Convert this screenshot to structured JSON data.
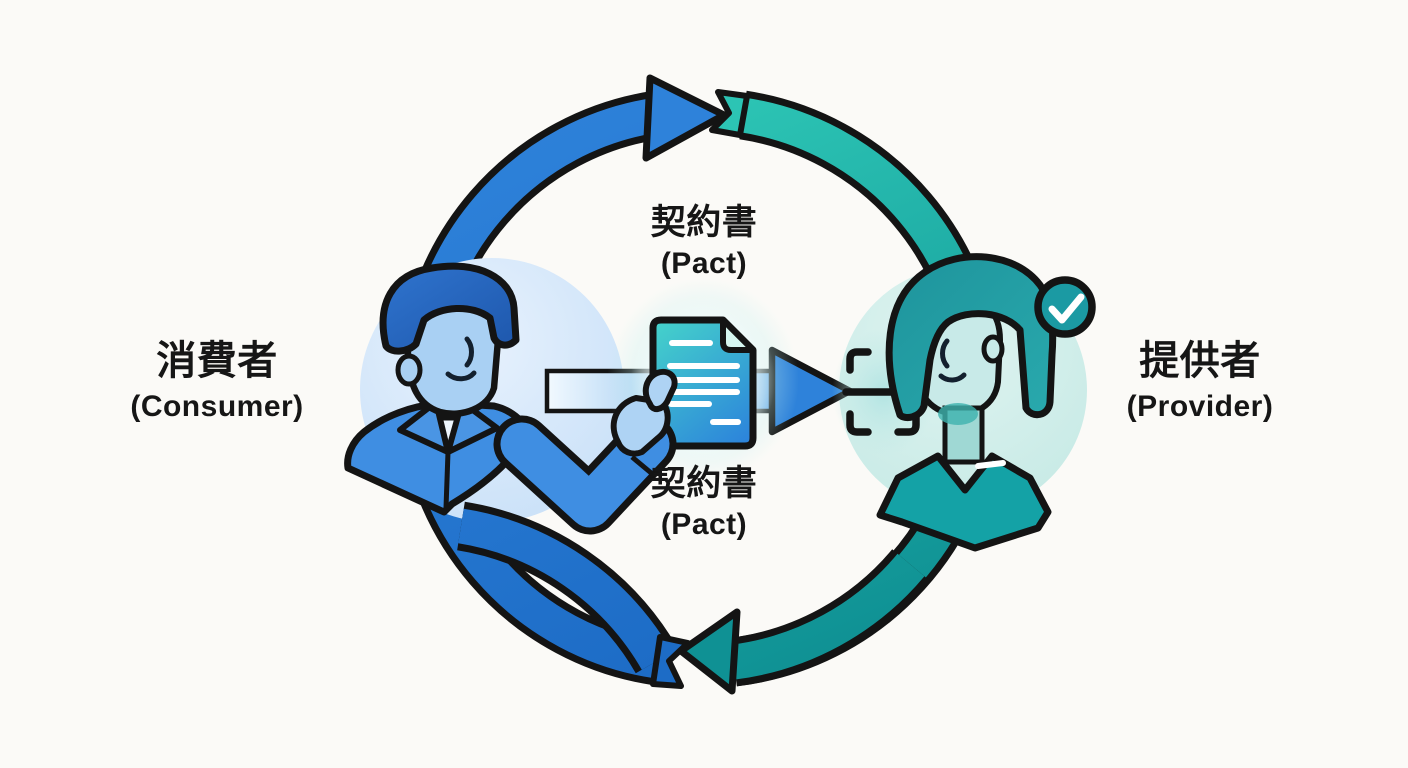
{
  "page": {
    "background": "#fbfaf7"
  },
  "labels": {
    "consumer_jp": "消費者",
    "consumer_en": "(Consumer)",
    "provider_jp": "提供者",
    "provider_en": "(Provider)",
    "pact_top_jp": "契約書",
    "pact_top_en": "(Pact)",
    "pact_bottom_jp": "契約書",
    "pact_bottom_en": "(Pact)"
  },
  "colors": {
    "background": "#fbfaf7",
    "text": "#161616",
    "consumer_arrow": "#2e82da",
    "consumer_arrow_deep": "#1d6cc6",
    "provider_arrow": "#2cc4b4",
    "provider_arrow_deep": "#0f9194",
    "document_top": "#45d4ca",
    "document_bottom": "#2b80dc",
    "badge": "#1b9aa3"
  },
  "icons": {
    "consumer_avatar": "man-blue-illustration",
    "provider_avatar": "woman-teal-illustration",
    "pact_document": "document-with-folded-corner",
    "transfer_arrow": "right-arrow",
    "scan_frame": "viewfinder-brackets",
    "verified_check": "check-circle",
    "cycle_top": "arc-arrow-right",
    "cycle_bottom": "arc-arrow-left"
  }
}
